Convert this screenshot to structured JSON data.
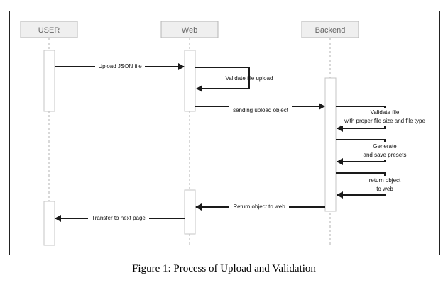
{
  "actors": [
    {
      "id": "user",
      "label": "USER"
    },
    {
      "id": "web",
      "label": "Web"
    },
    {
      "id": "backend",
      "label": "Backend"
    }
  ],
  "messages": [
    {
      "id": "upload",
      "from": "user",
      "to": "web",
      "lines": [
        "Upload JSON file"
      ]
    },
    {
      "id": "validate-upload",
      "self": "web",
      "lines": [
        "Validate file upload"
      ]
    },
    {
      "id": "send-object",
      "from": "web",
      "to": "backend",
      "lines": [
        "sending upload object"
      ]
    },
    {
      "id": "validate-file",
      "self": "backend",
      "lines": [
        "Validate file",
        "with proper file size and file type"
      ]
    },
    {
      "id": "generate",
      "self": "backend",
      "lines": [
        "Generate",
        "and save presets"
      ]
    },
    {
      "id": "return-object",
      "self": "backend",
      "lines": [
        "return object",
        "to web"
      ]
    },
    {
      "id": "return-web",
      "from": "backend",
      "to": "web",
      "lines": [
        "Return object to web"
      ]
    },
    {
      "id": "transfer",
      "from": "web",
      "to": "user",
      "lines": [
        "Transfer to next page"
      ]
    }
  ],
  "caption": "Figure 1: Process of Upload and Validation"
}
